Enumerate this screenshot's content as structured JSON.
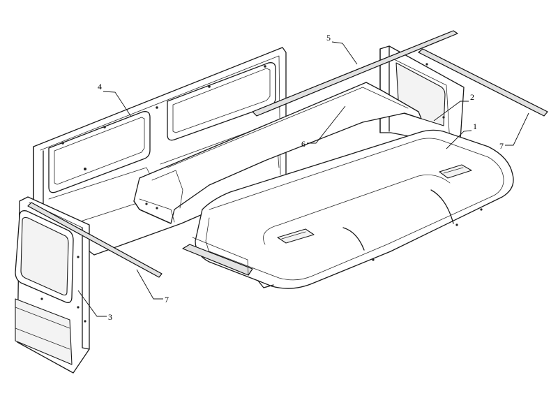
{
  "callouts": [
    {
      "id": "c1",
      "label": "1"
    },
    {
      "id": "c2",
      "label": "2"
    },
    {
      "id": "c3",
      "label": "3"
    },
    {
      "id": "c4",
      "label": "4"
    },
    {
      "id": "c5",
      "label": "5"
    },
    {
      "id": "c6",
      "label": "6"
    },
    {
      "id": "c7a",
      "label": "7"
    },
    {
      "id": "c7b",
      "label": "7"
    }
  ]
}
